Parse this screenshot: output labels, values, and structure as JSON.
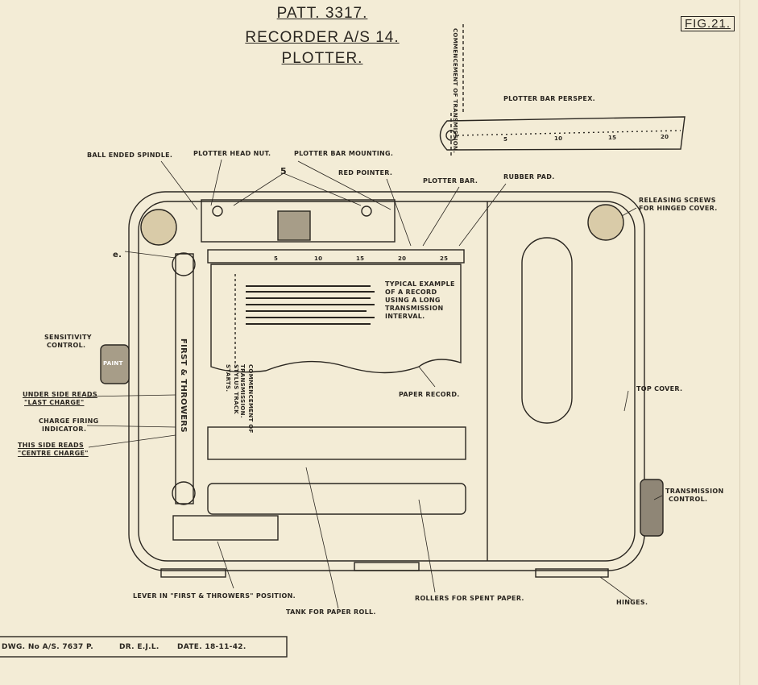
{
  "titles": {
    "line1": "PATT. 3317.",
    "line2": "RECORDER A/S 14.",
    "line3": "PLOTTER.",
    "fig": "FIG.21."
  },
  "labels": {
    "commencement_top": "COMMENCEMENT OF TRANSMISSION.",
    "perspex": "PLOTTER BAR PERSPEX.",
    "ball_spindle": "BALL ENDED SPINDLE.",
    "head_nut": "PLOTTER HEAD NUT.",
    "bar_mounting": "PLOTTER BAR MOUNTING.",
    "red_pointer": "RED POINTER.",
    "plotter_bar": "PLOTTER BAR.",
    "rubber_pad": "RUBBER PAD.",
    "releasing_1": "RELEASING SCREWS",
    "releasing_2": "FOR HINGED COVER.",
    "five": "5",
    "e": "e.",
    "sensitivity_1": "SENSITIVITY",
    "sensitivity_2": "CONTROL.",
    "paint": "PAINT",
    "under_1": "UNDER SIDE READS",
    "under_2": "\"LAST CHARGE\"",
    "charge_1": "CHARGE FIRING",
    "charge_2": "INDICATOR.",
    "this_1": "THIS SIDE READS",
    "this_2": "\"CENTRE CHARGE\"",
    "first_throwers": "FIRST & THROWERS",
    "typical_1": "TYPICAL EXAMPLE",
    "typical_2": "OF A RECORD",
    "typical_3": "USING A LONG",
    "typical_4": "TRANSMISSION",
    "typical_5": "INTERVAL.",
    "commencement_rec": "COMMENCEMENT OF TRANSMISSION.",
    "stylus": "STYLUS TRACK STARTS.",
    "paper_record": "PAPER RECORD.",
    "top_cover": "TOP COVER.",
    "transmission_1": "TRANSMISSION",
    "transmission_2": "CONTROL.",
    "lever": "LEVER IN \"FIRST & THROWERS\" POSITION.",
    "tank": "TANK FOR PAPER ROLL.",
    "rollers": "ROLLERS FOR SPENT PAPER.",
    "hinges": "HINGES."
  },
  "scale_ticks": [
    "5",
    "10",
    "15",
    "20",
    "25"
  ],
  "perspex_ticks": [
    "5",
    "10",
    "15",
    "20"
  ],
  "title_block": {
    "dwg": "DWG. No A/S. 7637 P.",
    "dr": "DR. E.J.L.",
    "date": "DATE. 18-11-42."
  }
}
